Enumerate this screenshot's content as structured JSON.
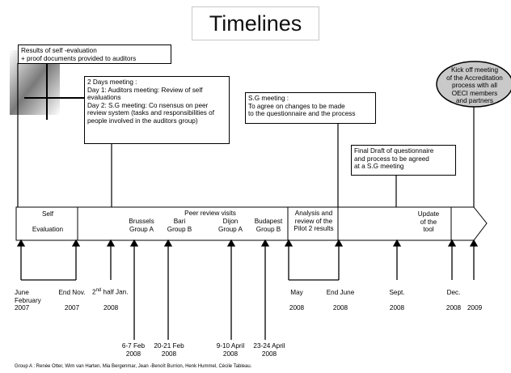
{
  "title": "Timelines",
  "boxes": {
    "self_eval": "Results of self  -evaluation\n+ proof documents provided to auditors",
    "two_days": "2 Days meeting  :\nDay 1: Auditors meeting: Review of self evaluations\nDay 2: S.G meeting: Co nsensus on peer review system (tasks and responsibilities of people involved in the auditors group)",
    "sg_meeting": "S.G meeting  :\nTo agree on changes to be made\nto the questionnaire and the process",
    "final_draft": "Final Draft  of questionnaire\nand process to be agreed\nat a S.G meeting",
    "kickoff": "Kick off meeting\nof the Accreditation\nprocess with all\nOECI members\nand partners"
  },
  "phases": {
    "self_evaluation": "Self\n\nEvaluation",
    "peer_review": "Peer review visits",
    "brussels": "Brussels\nGroup A",
    "bari": "Bari\nGroup B",
    "dijon": "Dijon\nGroup A",
    "budapest": "Budapest\nGroup B",
    "analysis": "Analysis and\nreview of the\nPilot 2 results",
    "update": "Update\nof the\ntool"
  },
  "dates_top": {
    "june": "June\nFebruary\n2007",
    "end_nov": "End Nov.\n\n2007",
    "half_jan_pre": "2",
    "half_jan_sup": "nd",
    "half_jan_post": " half Jan.",
    "half_jan_year": "2008",
    "may": "May\n\n2008",
    "end_june": "End June\n\n2008",
    "sept": "Sept.\n\n2008",
    "dec": "Dec.\n\n2008",
    "year_2009": "2009"
  },
  "dates_bottom": {
    "feb": "6-7 Feb\n2008",
    "feb2": "20-21 Feb\n2008",
    "april": "9-10 April\n2008",
    "april2": "23-24 April\n2008"
  },
  "footer": "Group A : Renée Otter, Wim van Harten,     Mia Bergenmar, Jean  -Benoît Burrion, Henk Hummel, Cécile Tableau.",
  "colors": {
    "ellipse_fill": "#c9c9c9",
    "timeline_fill": "#ffffff",
    "line": "#000000"
  }
}
